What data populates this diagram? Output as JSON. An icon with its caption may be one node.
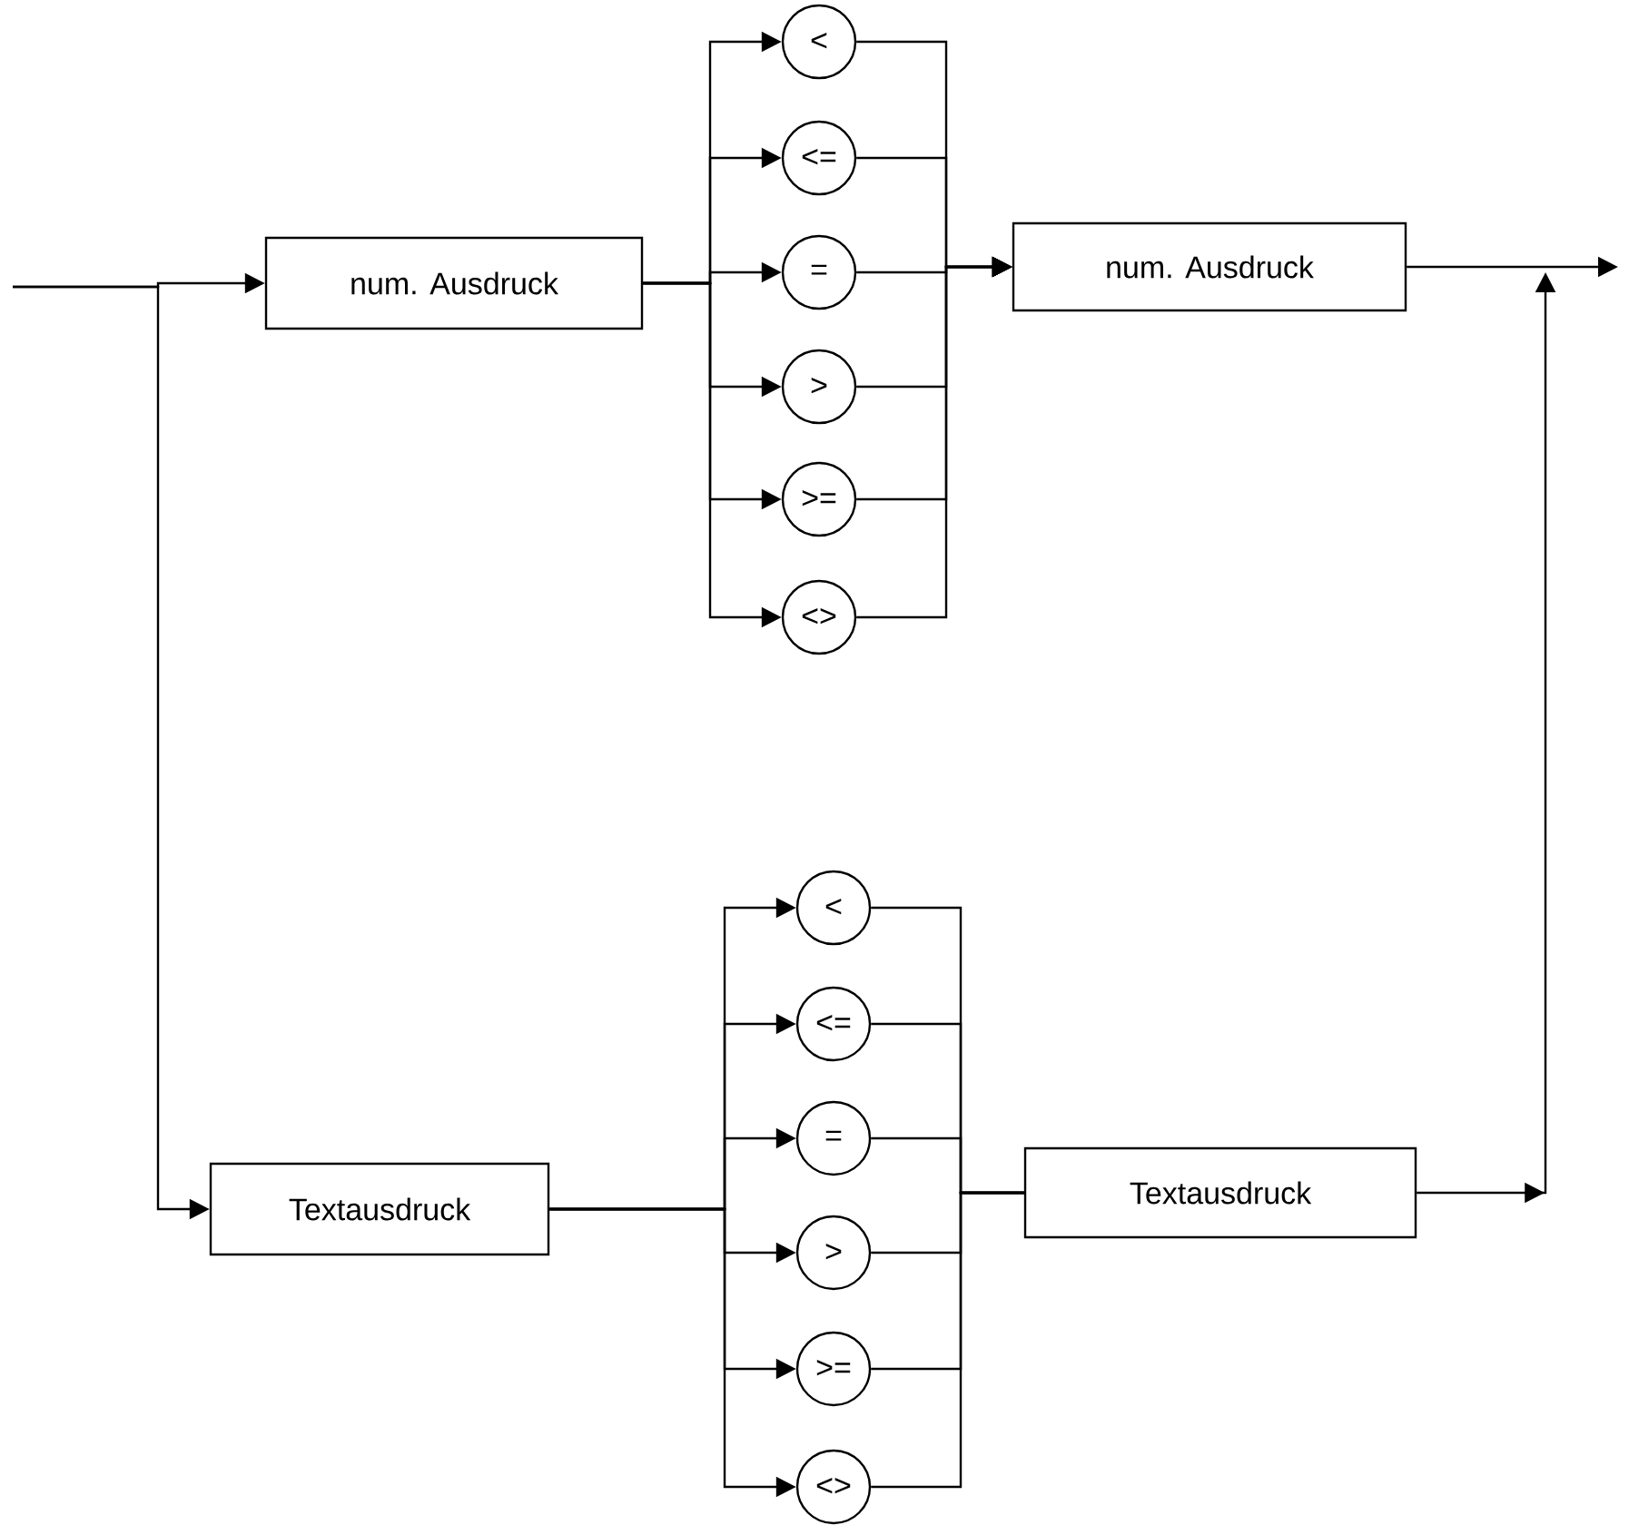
{
  "diagram": {
    "nodes": [
      {
        "text": [
          "num. Ausdruck"
        ]
      },
      {
        "text": [
          "<"
        ]
      },
      {
        "text": [
          "<="
        ]
      },
      {
        "text": [
          "="
        ]
      },
      {
        "text": [
          ">"
        ]
      },
      {
        "text": [
          ">="
        ]
      },
      {
        "text": [
          "<>"
        ]
      },
      {
        "text": [
          "num. Ausdruck"
        ]
      },
      {
        "text": [
          "Textausdruck"
        ]
      },
      {
        "text": [
          "<"
        ]
      },
      {
        "text": [
          "<="
        ]
      },
      {
        "text": [
          "="
        ]
      },
      {
        "text": [
          ">"
        ]
      },
      {
        "text": [
          ">="
        ]
      },
      {
        "text": [
          "<>"
        ]
      },
      {
        "text": [
          "Textausdruck"
        ]
      }
    ],
    "edges": [
      {
        "from": null,
        "to": 0,
        "arrow": "to"
      },
      {
        "from": null,
        "to": 8,
        "arrow": "to"
      },
      {
        "from": 0,
        "to": 1,
        "arrow": "to"
      },
      {
        "from": 0,
        "to": 2,
        "arrow": "to"
      },
      {
        "from": 0,
        "to": 3,
        "arrow": "to"
      },
      {
        "from": 0,
        "to": 4,
        "arrow": "to"
      },
      {
        "from": 0,
        "to": 5,
        "arrow": "to"
      },
      {
        "from": 0,
        "to": 6,
        "arrow": "to"
      },
      {
        "from": 1,
        "to": 7,
        "arrow": "to"
      },
      {
        "from": 2,
        "to": 7,
        "arrow": "to"
      },
      {
        "from": 3,
        "to": 7,
        "arrow": "to"
      },
      {
        "from": 4,
        "to": 7,
        "arrow": "to"
      },
      {
        "from": 5,
        "to": 7,
        "arrow": "to"
      },
      {
        "from": 6,
        "to": 7,
        "arrow": "to"
      },
      {
        "from": 7,
        "to": null,
        "arrow": "to"
      },
      {
        "from": 8,
        "to": 9,
        "arrow": "to"
      },
      {
        "from": 8,
        "to": 10,
        "arrow": "to"
      },
      {
        "from": 8,
        "to": 11,
        "arrow": "to"
      },
      {
        "from": 8,
        "to": 12,
        "arrow": "to"
      },
      {
        "from": 8,
        "to": 13,
        "arrow": "to"
      },
      {
        "from": 8,
        "to": 14,
        "arrow": "to"
      },
      {
        "from": 9,
        "to": 15,
        "arrow": "none"
      },
      {
        "from": 10,
        "to": 15,
        "arrow": "none"
      },
      {
        "from": 11,
        "to": 15,
        "arrow": "none"
      },
      {
        "from": 12,
        "to": 15,
        "arrow": "none"
      },
      {
        "from": 13,
        "to": 15,
        "arrow": "none"
      },
      {
        "from": 14,
        "to": 15,
        "arrow": "none"
      },
      {
        "from": 15,
        "to": null,
        "arrow": "to"
      }
    ]
  }
}
